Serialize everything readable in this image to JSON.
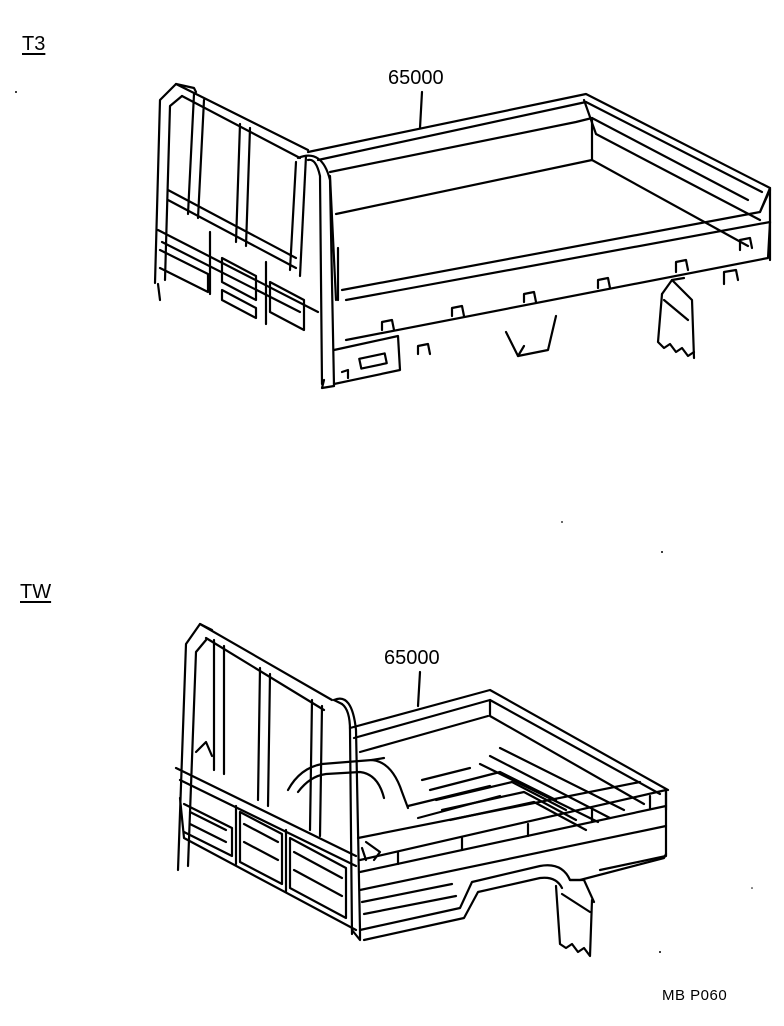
{
  "sections": [
    {
      "label": "T3",
      "part_number": "65000"
    },
    {
      "label": "TW",
      "part_number": "65000"
    }
  ],
  "footer": {
    "ref_code": "MB  P060"
  },
  "colors": {
    "ink": "#000000",
    "paper": "#ffffff"
  }
}
